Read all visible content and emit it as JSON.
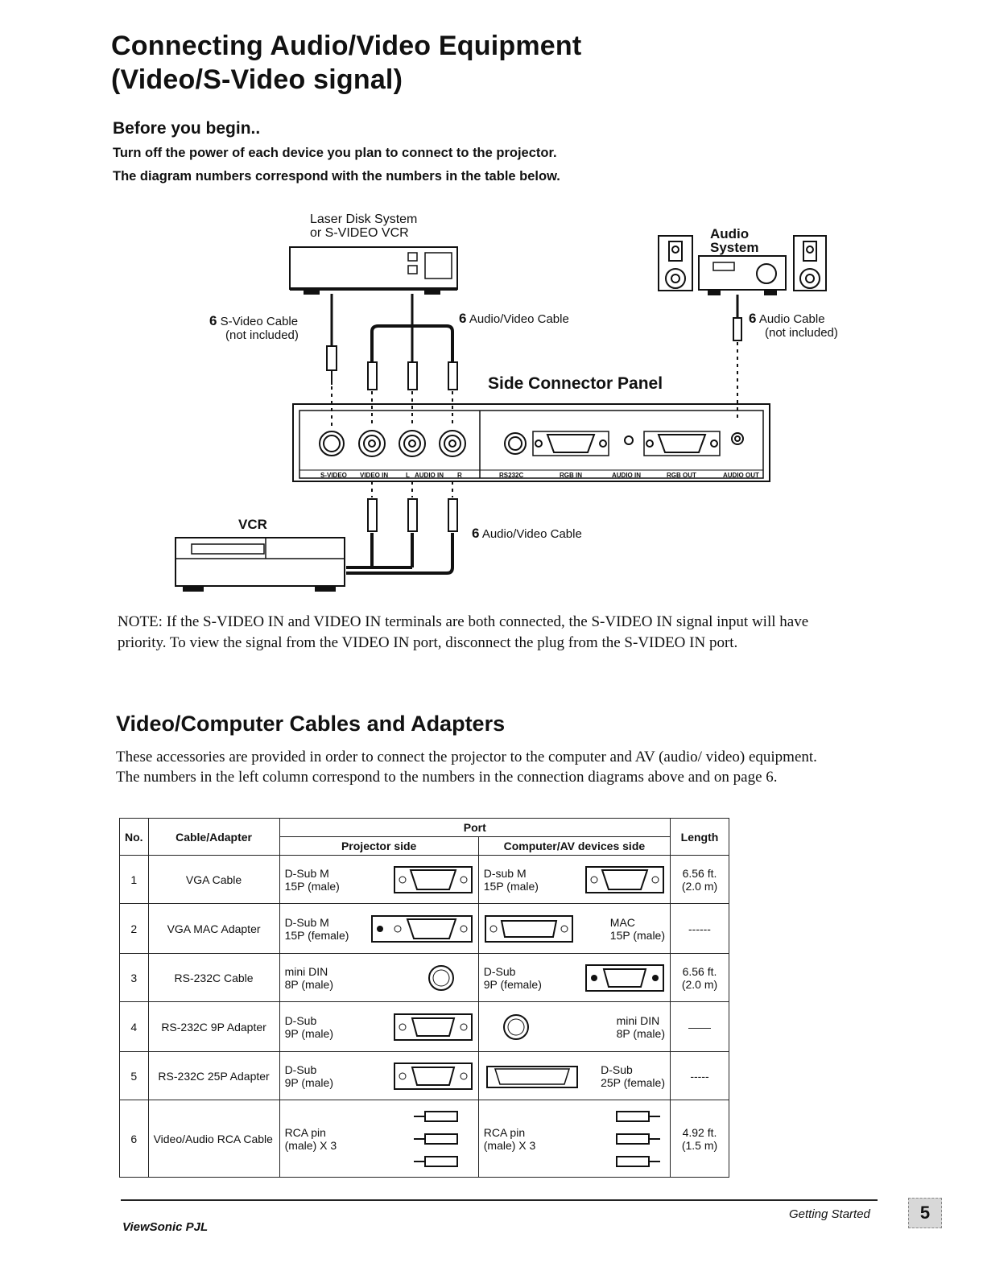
{
  "title": {
    "line1": "Connecting Audio/Video Equipment",
    "line2": "(Video/S-Video signal)"
  },
  "before": {
    "heading": "Before you begin..",
    "line1": "Turn off the power of each device you plan to connect to the projector.",
    "line2": "The diagram numbers correspond with the numbers in the table below."
  },
  "diagram": {
    "laser_line1": "Laser Disk System",
    "laser_line2": "or S-VIDEO VCR",
    "audio_line1": "Audio",
    "audio_line2": "System",
    "svideo_num": "6",
    "svideo_cable": "S-Video Cable",
    "svideo_note": "(not included)",
    "av_num": "6",
    "av_cable": "Audio/Video Cable",
    "audio_num": "6",
    "audio_cable": "Audio Cable",
    "audio_note": "(not included)",
    "panel_title": "Side Connector Panel",
    "ports": [
      "S-VIDEO",
      "VIDEO IN",
      "L",
      "AUDIO IN",
      "R",
      "RS232C",
      "RGB IN",
      "AUDIO IN",
      "RGB OUT",
      "AUDIO OUT"
    ],
    "vcr": "VCR",
    "av2_num": "6",
    "av2_cable": "Audio/Video Cable"
  },
  "note": {
    "label": "NOTE:",
    "text": "If the S-VIDEO IN and VIDEO IN terminals are both connected, the S-VIDEO IN signal input will have priority. To view the signal from the VIDEO IN port, disconnect the plug from the S-VIDEO IN port."
  },
  "cables_section": {
    "heading": "Video/Computer Cables and Adapters",
    "text": "These accessories are provided in order to connect the projector to the computer and AV (audio/ video) equipment. The numbers in the left column correspond to the numbers in the connection diagrams above and on page 6."
  },
  "table": {
    "headers": {
      "no": "No.",
      "cable": "Cable/Adapter",
      "port": "Port",
      "projector": "Projector side",
      "computer": "Computer/AV devices side",
      "length": "Length"
    },
    "rows": [
      {
        "no": "1",
        "name": "VGA Cable",
        "proj1": "D-Sub M",
        "proj2": "15P (male)",
        "comp1": "D-sub M",
        "comp2": "15P (male)",
        "length1": "6.56 ft.",
        "length2": "(2.0 m)"
      },
      {
        "no": "2",
        "name": "VGA MAC Adapter",
        "proj1": "D-Sub M",
        "proj2": "15P (female)",
        "comp1": "MAC",
        "comp2": "15P (male)",
        "length1": "------",
        "length2": ""
      },
      {
        "no": "3",
        "name": "RS-232C Cable",
        "proj1": "mini DIN",
        "proj2": "8P (male)",
        "comp1": "D-Sub",
        "comp2": "9P (female)",
        "length1": "6.56 ft.",
        "length2": "(2.0 m)"
      },
      {
        "no": "4",
        "name": "RS-232C 9P Adapter",
        "proj1": "D-Sub",
        "proj2": "9P (male)",
        "comp1": "mini DIN",
        "comp2": "8P (male)",
        "length1": "——",
        "length2": ""
      },
      {
        "no": "5",
        "name": "RS-232C 25P Adapter",
        "proj1": "D-Sub",
        "proj2": "9P (male)",
        "comp1": "D-Sub",
        "comp2": "25P (female)",
        "length1": "-----",
        "length2": ""
      },
      {
        "no": "6",
        "name": "Video/Audio RCA Cable",
        "proj1": "RCA pin",
        "proj2": "(male) X 3",
        "comp1": "RCA pin",
        "comp2": "(male) X 3",
        "length1": "4.92 ft.",
        "length2": "(1.5 m)"
      }
    ]
  },
  "footer": {
    "left": "ViewSonic PJL",
    "right": "Getting Started",
    "page": "5"
  }
}
